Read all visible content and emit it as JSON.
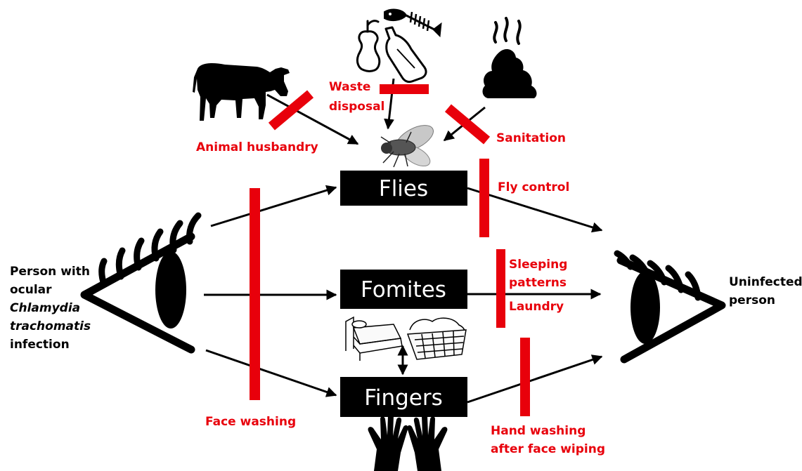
{
  "source": {
    "line1": "Person with",
    "line2": "ocular",
    "line3": "Chlamydia",
    "line4": "trachomatis",
    "line5": "infection"
  },
  "target": {
    "line1": "Uninfected",
    "line2": "person"
  },
  "routes": {
    "flies": "Flies",
    "fomites": "Fomites",
    "fingers": "Fingers"
  },
  "interventions": {
    "waste_line1": "Waste",
    "waste_line2": "disposal",
    "animal": "Animal husbandry",
    "sanitation": "Sanitation",
    "fly_control": "Fly control",
    "sleeping_line1": "Sleeping",
    "sleeping_line2": "patterns",
    "laundry": "Laundry",
    "face_washing": "Face washing",
    "hand_line1": "Hand washing",
    "hand_line2": "after face wiping"
  },
  "colors": {
    "intervention": "#e8000b",
    "route_box": "#000000",
    "route_text": "#ffffff"
  },
  "icons": [
    "eye-icon",
    "cow-icon",
    "garbage-icon",
    "feces-icon",
    "fly-icon",
    "bed-icon",
    "laundry-basket-icon",
    "hands-icon"
  ]
}
